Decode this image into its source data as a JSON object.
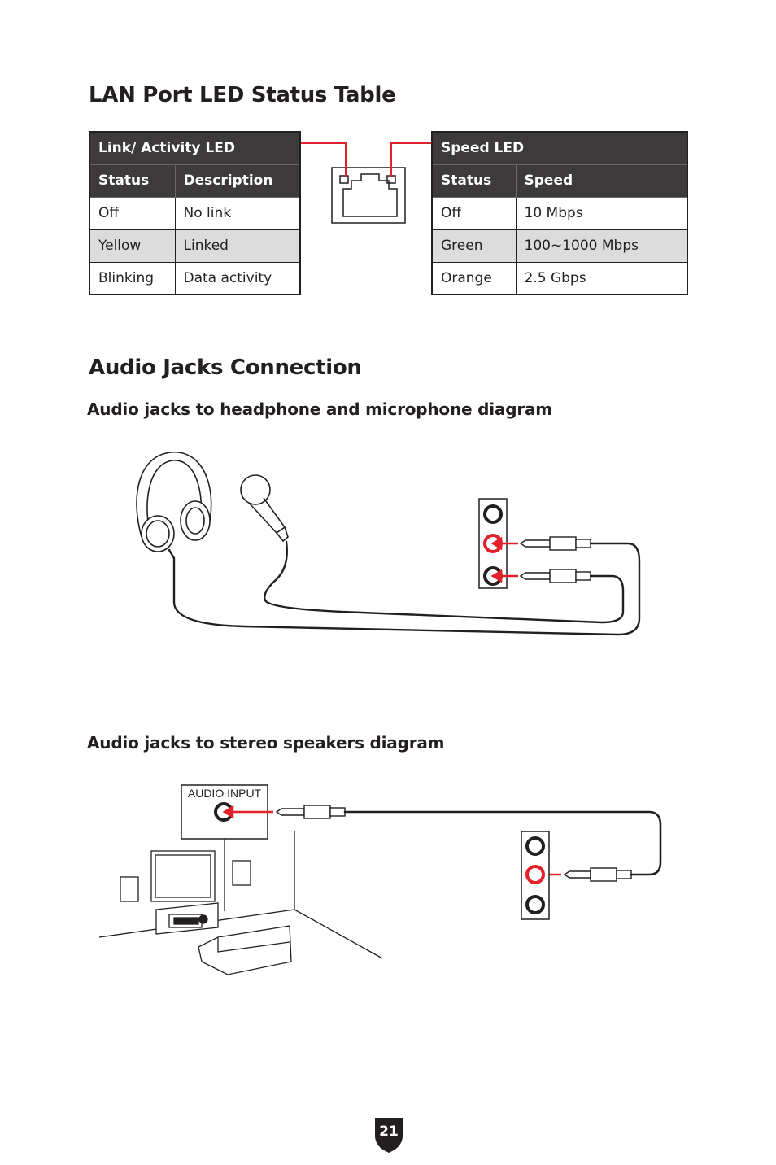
{
  "lan": {
    "title": "LAN Port LED Status Table",
    "link_table": {
      "header": "Link/ Activity LED",
      "columns": [
        "Status",
        "Description"
      ],
      "rows": [
        [
          "Off",
          "No link"
        ],
        [
          "Yellow",
          "Linked"
        ],
        [
          "Blinking",
          "Data activity"
        ]
      ]
    },
    "speed_table": {
      "header": "Speed LED",
      "columns": [
        "Status",
        "Speed"
      ],
      "rows": [
        [
          "Off",
          "10 Mbps"
        ],
        [
          "Green",
          "100~1000 Mbps"
        ],
        [
          "Orange",
          "2.5 Gbps"
        ]
      ]
    }
  },
  "audio": {
    "title": "Audio Jacks Connection",
    "headphone_heading": "Audio jacks to headphone and microphone diagram",
    "speakers_heading": "Audio jacks to stereo speakers diagram",
    "audio_input_label": "AUDIO INPUT"
  },
  "page": {
    "number": "21"
  },
  "colors": {
    "accent": "#e2212b",
    "header_bg": "#3d3a3b",
    "row_grey": "#dcdcdc"
  }
}
